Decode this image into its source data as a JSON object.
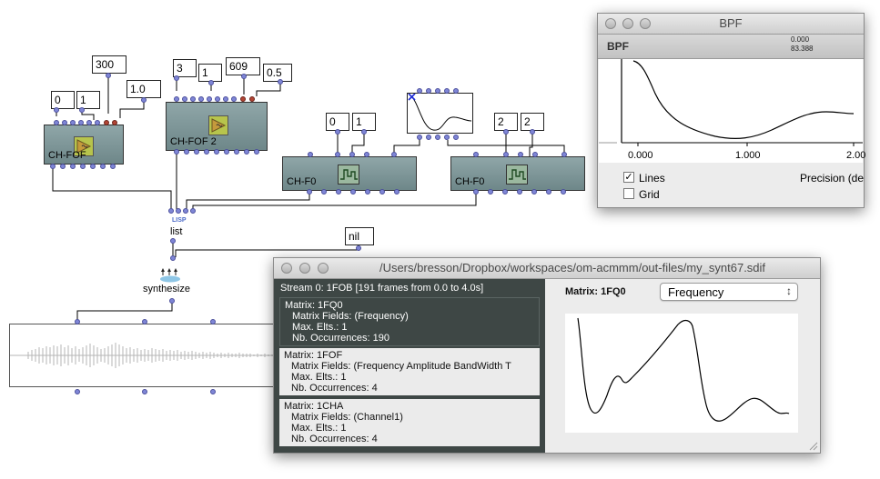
{
  "patch": {
    "values": {
      "v300": "300",
      "v1_0": "1.0",
      "v0a": "0",
      "v1a": "1",
      "v3": "3",
      "v1b": "1",
      "v609": "609",
      "v0_5": "0.5",
      "v0b": "0",
      "v1c": "1",
      "v2a": "2",
      "v2b": "2",
      "nil": "nil"
    },
    "boxes": {
      "chfof1": "CH-FOF",
      "chfof2": "CH-FOF 2",
      "chf0a": "CH-F0",
      "chf0b": "CH-F0",
      "lisp": "LISP",
      "list": "list",
      "synth": "synthesize"
    }
  },
  "bpf_window": {
    "title": "BPF",
    "header_label": "BPF",
    "coord_x": "0.000",
    "coord_y": "83.388",
    "x_ticks": [
      "0.000",
      "1.000",
      "2.00"
    ],
    "lines_label": "Lines",
    "lines_checked": true,
    "grid_label": "Grid",
    "grid_checked": false,
    "precision_label": "Precision (de"
  },
  "sdif_window": {
    "title": "/Users/bresson/Dropbox/workspaces/om-acmmm/out-files/my_synt67.sdif",
    "stream_header": "Stream 0: 1FOB [191 frames from 0.0 to 4.0s]",
    "matrices": [
      {
        "matrix": "Matrix: 1FQ0",
        "fields": "Matrix Fields: (Frequency)",
        "max": "Max. Elts.: 1",
        "occ": "Nb. Occurrences: 190"
      },
      {
        "matrix": "Matrix: 1FOF",
        "fields": "Matrix Fields: (Frequency Amplitude BandWidth T",
        "max": "Max. Elts.: 1",
        "occ": "Nb. Occurrences: 4"
      },
      {
        "matrix": "Matrix: 1CHA",
        "fields": "Matrix Fields: (Channel1)",
        "max": "Max. Elts.: 1",
        "occ": "Nb. Occurrences: 4"
      }
    ],
    "matrix_label": "Matrix: 1FQ0",
    "field_select": "Frequency",
    "select_arrows": "↕"
  },
  "colors": {
    "box_fill": "#7a9395",
    "inlet": "#7f86d6",
    "outlet_red": "#b14535",
    "sdif_dark": "#3e4745",
    "sdif_bg": "#ececec"
  }
}
